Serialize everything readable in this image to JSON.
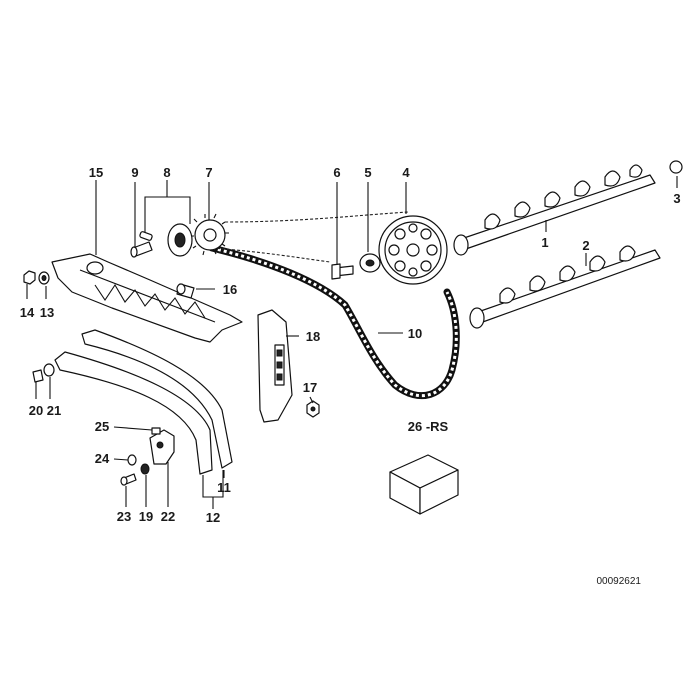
{
  "diagram": {
    "part_labels": [
      {
        "id": "1",
        "text": "1"
      },
      {
        "id": "2",
        "text": "2"
      },
      {
        "id": "3",
        "text": "3"
      },
      {
        "id": "4",
        "text": "4"
      },
      {
        "id": "5",
        "text": "5"
      },
      {
        "id": "6",
        "text": "6"
      },
      {
        "id": "7",
        "text": "7"
      },
      {
        "id": "8",
        "text": "8"
      },
      {
        "id": "9",
        "text": "9"
      },
      {
        "id": "10",
        "text": "10"
      },
      {
        "id": "11",
        "text": "11"
      },
      {
        "id": "12",
        "text": "12"
      },
      {
        "id": "13",
        "text": "13"
      },
      {
        "id": "14",
        "text": "14"
      },
      {
        "id": "15",
        "text": "15"
      },
      {
        "id": "16",
        "text": "16"
      },
      {
        "id": "17",
        "text": "17"
      },
      {
        "id": "18",
        "text": "18"
      },
      {
        "id": "19",
        "text": "19"
      },
      {
        "id": "20",
        "text": "20"
      },
      {
        "id": "21",
        "text": "21"
      },
      {
        "id": "22",
        "text": "22"
      },
      {
        "id": "23",
        "text": "23"
      },
      {
        "id": "24",
        "text": "24"
      },
      {
        "id": "25",
        "text": "25"
      },
      {
        "id": "26rs",
        "text": "26 -RS"
      }
    ],
    "drawing_code": "00092621"
  }
}
